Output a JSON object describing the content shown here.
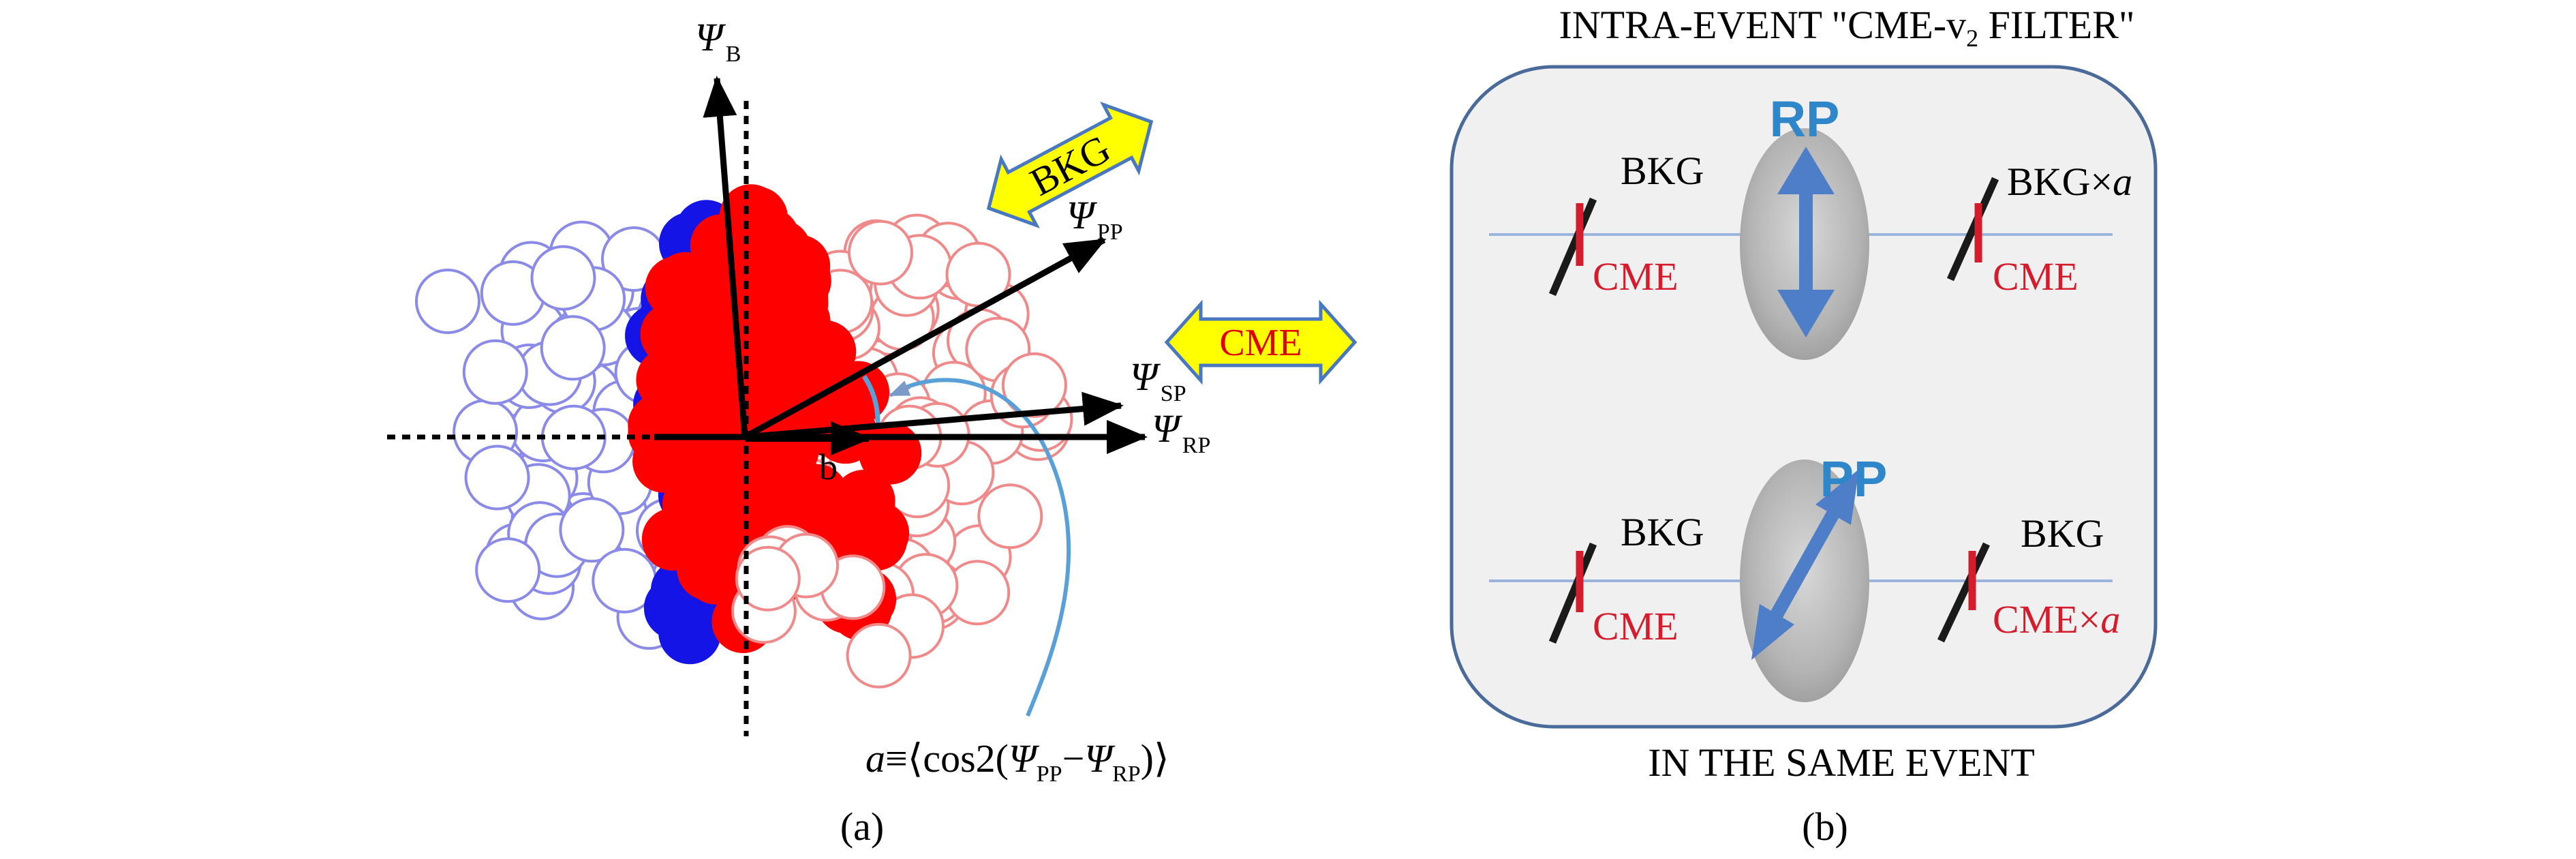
{
  "panel_a": {
    "psi": "Ψ",
    "sub_b": "B",
    "sub_pp": "PP",
    "sub_sp": "SP",
    "sub_rp": "RP",
    "label_b": "b",
    "bkg_tag": "BKG",
    "cme_tag": "CME",
    "formula": {
      "a": "a",
      "mid1": "≡⟨cos2(",
      "minus": "−",
      "close": ")⟩"
    },
    "caption": "(a)",
    "colors": {
      "blue_fill": "#1414e6",
      "red_fill": "#ff0000",
      "blue_outline": "#8a8ae8",
      "red_outline": "#f08a8a",
      "tag_fill": "#ffff00",
      "tag_stroke": "#4a78c0",
      "tag_text": "#e00000",
      "curve": "#5aa0d8"
    }
  },
  "panel_b": {
    "title_prefix": "INTRA-EVENT \"CME-v",
    "title_sub": "2",
    "title_suffix": " FILTER\"",
    "rp_label": "RP",
    "pp_label": "PP",
    "top_left_bkg": "BKG",
    "top_left_cme": "CME",
    "top_right_bkg": "BKG×",
    "top_right_bkg_a": "a",
    "top_right_cme": "CME",
    "bot_left_bkg": "BKG",
    "bot_left_cme": "CME",
    "bot_right_bkg": "BKG",
    "bot_right_cme": "CME×",
    "bot_right_cme_a": "a",
    "bottom_text": "IN THE SAME EVENT",
    "caption": "(b)",
    "colors": {
      "box_fill": "#f0f0f0",
      "box_stroke": "#4a6a9a",
      "arrow": "#4f7ec8",
      "label_blue": "#2f86c8",
      "cme_red": "#d41c2c",
      "line_blue": "#9ab4dc"
    }
  }
}
